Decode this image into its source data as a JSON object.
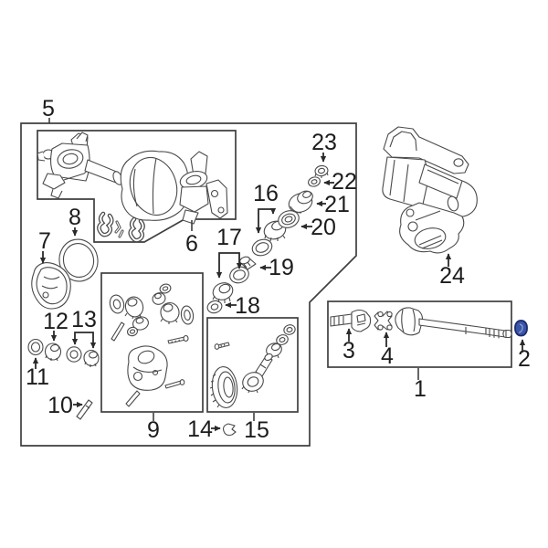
{
  "diagram": {
    "labels": [
      "1",
      "2",
      "3",
      "4",
      "5",
      "6",
      "7",
      "8",
      "9",
      "10",
      "11",
      "12",
      "13",
      "14",
      "15",
      "16",
      "17",
      "18",
      "19",
      "20",
      "21",
      "22",
      "23",
      "24"
    ],
    "highlighted_label": "2",
    "colors": {
      "background": "#ffffff",
      "box_line": "#3f3f3f",
      "artwork_line": "#4a4a4a",
      "label_text": "#1c1c1c",
      "highlight_fill": "#3a55a6",
      "highlight_stroke": "#1b2a6e"
    }
  }
}
